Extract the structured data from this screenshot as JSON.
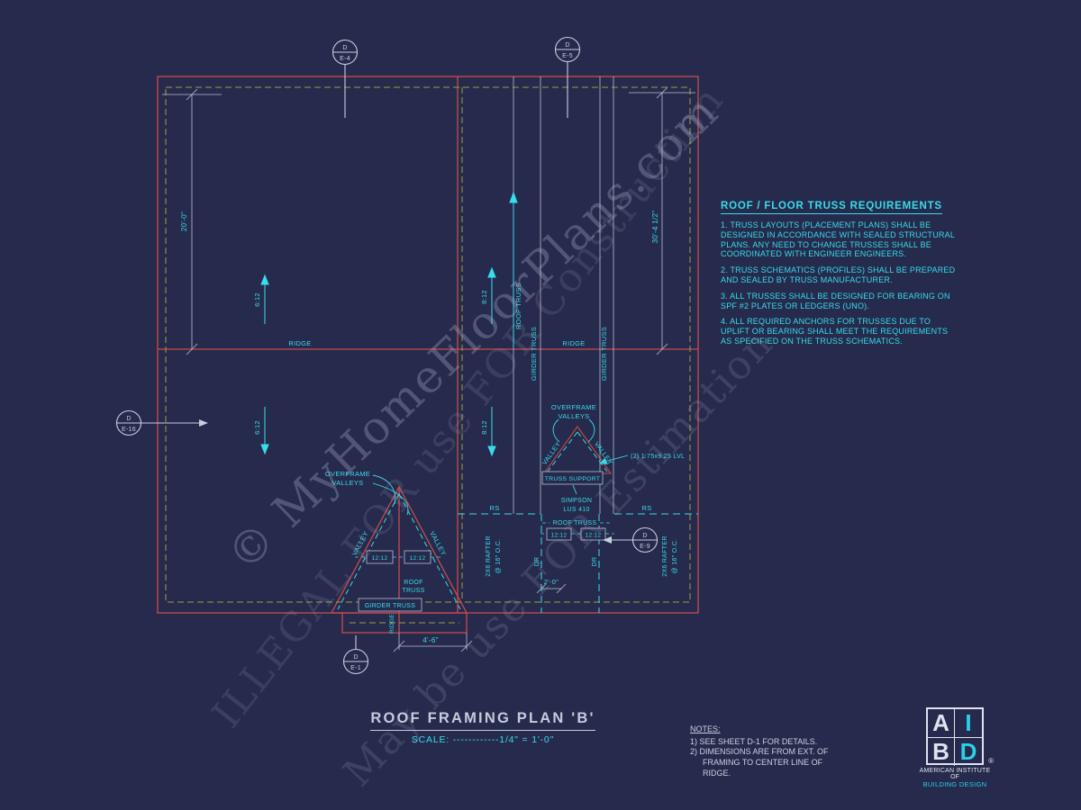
{
  "colors": {
    "background": "#262a4c",
    "line_red": "#c94b4b",
    "line_yellow": "#9aa040",
    "accent_cyan": "#38dcea",
    "line_light": "#c7cede",
    "watermark": "#b6bcd6",
    "logo_cyan": "#2bd0e8"
  },
  "drawing_title": {
    "title": "ROOF FRAMING PLAN 'B'",
    "scale": "SCALE: ------------1/4\" = 1'-0\""
  },
  "notes": {
    "heading": "NOTES:",
    "items": [
      "1)  SEE SHEET D-1 FOR DETAILS.",
      "2)  DIMENSIONS ARE FROM EXT. OF FRAMING TO CENTER LINE OF RIDGE."
    ]
  },
  "requirements": {
    "heading": "ROOF / FLOOR  TRUSS  REQUIREMENTS",
    "items": [
      "1. TRUSS LAYOUTS (PLACEMENT PLANS) SHALL BE DESIGNED IN ACCORDANCE WITH SEALED STRUCTURAL PLANS. ANY NEED TO CHANGE TRUSSES SHALL BE COORDINATED WITH ENGINEER ENGINEERS.",
      "2. TRUSS SCHEMATICS (PROFILES) SHALL BE PREPARED AND SEALED BY TRUSS MANUFACTURER.",
      "3. ALL TRUSSES SHALL BE DESIGNED FOR BEARING ON SPF #2 PLATES OR LEDGERS (UNO).",
      "4. ALL REQUIRED ANCHORS FOR TRUSSES DUE TO UPLIFT OR BEARING SHALL MEET THE REQUIREMENTS AS SPECIFIED ON THE TRUSS SCHEMATICS."
    ]
  },
  "watermarks": {
    "line1": "© MyHomeFloorPlans.com",
    "line2": "ILLEGAL FOR use FOR Construction",
    "line3": "May be use FOR Estimation"
  },
  "logo": {
    "letter_a": "A",
    "letter_i": "I",
    "letter_b": "B",
    "letter_d": "D",
    "registered": "®",
    "org_line1": "AMERICAN INSTITUTE",
    "org_line2": "OF",
    "org_line3": "BUILDING DESIGN"
  },
  "callouts": {
    "e4": {
      "top": "D",
      "bottom": "E-4"
    },
    "e5": {
      "top": "D",
      "bottom": "E-5"
    },
    "e16": {
      "top": "D",
      "bottom": "E-16"
    },
    "e9": {
      "top": "D",
      "bottom": "E-9"
    },
    "e1": {
      "top": "D",
      "bottom": "E-1"
    }
  },
  "plan_labels": {
    "ridge": "RIDGE",
    "roof_truss": "ROOF TRUSS",
    "roof": "ROOF",
    "truss": "TRUSS",
    "girder_truss": "GIRDER TRUSS",
    "valley": "VALLEY",
    "overframe": "OVERFRAME",
    "valleys": "VALLEYS",
    "slope_6_12": "6:12",
    "slope_8_12": "8:12",
    "slope_12_12": "12:12",
    "rs": "RS",
    "dr": "DR",
    "rafter": "2X6 RAFTER",
    "rafter_spacing": "@ 16\" O.C.",
    "truss_support": "TRUSS SUPPORT",
    "simpson": "SIMPSON",
    "simpson_model": "LUS 410",
    "lvl": "(2) 1.75x9.25 LVL",
    "dim_20": "20'-0\"",
    "dim_30": "30'-4 1/2\"",
    "dim_4_6": "4'-6\"",
    "dim_2_0": "2'-0\""
  }
}
